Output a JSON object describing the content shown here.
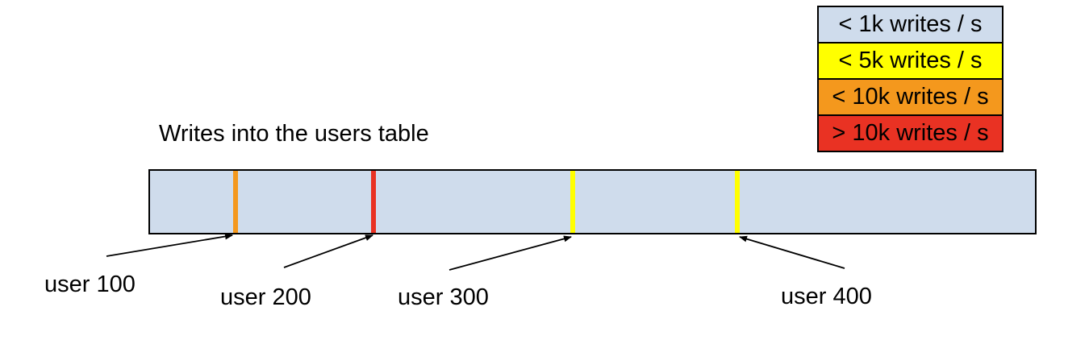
{
  "title": "Writes into the users table",
  "legend": {
    "items": [
      {
        "label": "< 1k writes / s",
        "color": "#cfdcec"
      },
      {
        "label": "< 5k writes / s",
        "color": "#ffff00"
      },
      {
        "label": "< 10k writes / s",
        "color": "#f4981d"
      },
      {
        "label": "> 10k writes / s",
        "color": "#e93223"
      }
    ]
  },
  "table_bar": {
    "fill": "#cfdcec",
    "border": "#000000"
  },
  "markers": [
    {
      "label": "user 100",
      "color": "#f4981d",
      "rate_category": "< 10k writes / s"
    },
    {
      "label": "user 200",
      "color": "#e93223",
      "rate_category": "> 10k writes / s"
    },
    {
      "label": "user 300",
      "color": "#ffff00",
      "rate_category": "< 5k writes / s"
    },
    {
      "label": "user 400",
      "color": "#ffff00",
      "rate_category": "< 5k writes / s"
    }
  ]
}
